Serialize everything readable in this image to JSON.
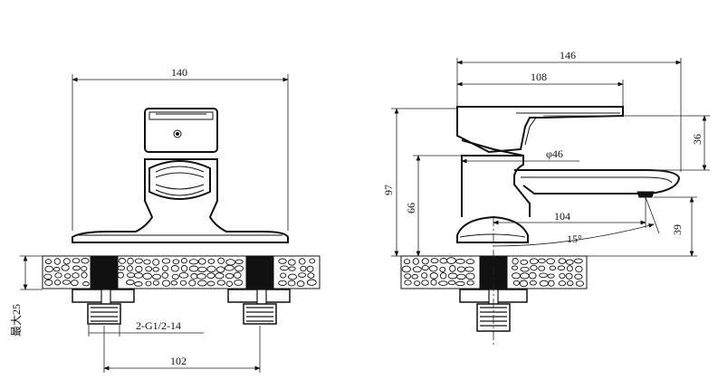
{
  "front_view": {
    "width_label": "140",
    "thread_label": "2-G1/2-14",
    "spacing_label": "102",
    "max_thickness_label": "最大25"
  },
  "side_view": {
    "length_label": "146",
    "lever_length_label": "108",
    "lever_height_label": "36",
    "body_diameter_label": "φ46",
    "total_height_label": "97",
    "body_height_label": "66",
    "spout_reach_label": "104",
    "spout_height_label": "39",
    "spout_angle_label": "15°"
  }
}
